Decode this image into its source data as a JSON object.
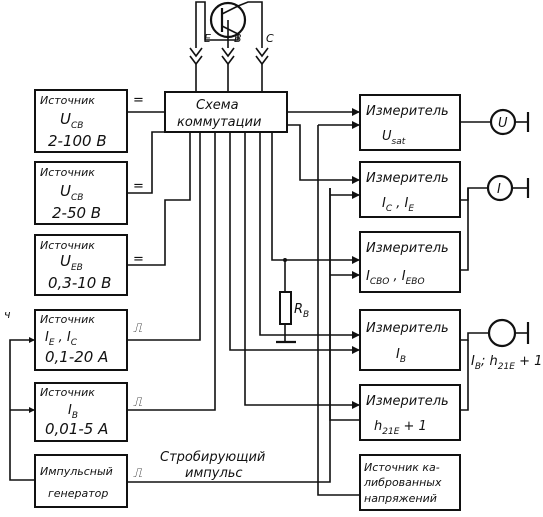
{
  "transistor": {
    "terminals": [
      "E",
      "B",
      "C"
    ]
  },
  "switch_block": {
    "line1": "Схема",
    "line2": "коммутации"
  },
  "sources": [
    {
      "title": "Источник",
      "symbol": "U",
      "sub": "CB",
      "range": "2-100 B",
      "signal": "="
    },
    {
      "title": "Источник",
      "symbol": "U",
      "sub": "CB",
      "range": "2-50 B",
      "signal": "="
    },
    {
      "title": "Источник",
      "symbol": "U",
      "sub": "EB",
      "range": "0,3-10 B",
      "signal": "="
    },
    {
      "title": "Источник",
      "line2": "I",
      "line2_sub": "E",
      "line2_b": " , I",
      "line2_b_sub": "C",
      "range": "0,1-20 A",
      "signal": "⎍"
    },
    {
      "title": "Источник",
      "symbol": "I",
      "sub": "B",
      "range": "0,01-5 A",
      "signal": "⎍"
    }
  ],
  "generator": {
    "line1": "Импульсный",
    "line2": "генератор",
    "signal": "⎍"
  },
  "strobe": {
    "line1": "Стробирующий",
    "line2": "импульс"
  },
  "resistor": {
    "label": "R",
    "sub": "B"
  },
  "meters": [
    {
      "title": "Измеритель",
      "main": "U",
      "sub": "sat"
    },
    {
      "title": "Измеритель",
      "main": "I",
      "sub": "C",
      "main2": " , I",
      "sub2": "E"
    },
    {
      "title": "Измеритель",
      "main": "I",
      "sub": "CBO",
      "main2": " , I",
      "sub2": "EBO"
    },
    {
      "title": "Измеритель",
      "main": "I",
      "sub": "B"
    },
    {
      "title": "Измеритель",
      "main": "h",
      "sub": "21E",
      "main2": " + 1"
    }
  ],
  "calibration": {
    "line1": "Источник ка-",
    "line2": "либрованных",
    "line3": "напряжений"
  },
  "indicators": {
    "voltmeter": "U",
    "ammeter": "I",
    "ib_h21": "I",
    "ib_h21_sub": "B",
    "ib_h21_rest": "; h",
    "ib_h21_sub2": "21E",
    "ib_h21_tail": " + 1"
  }
}
